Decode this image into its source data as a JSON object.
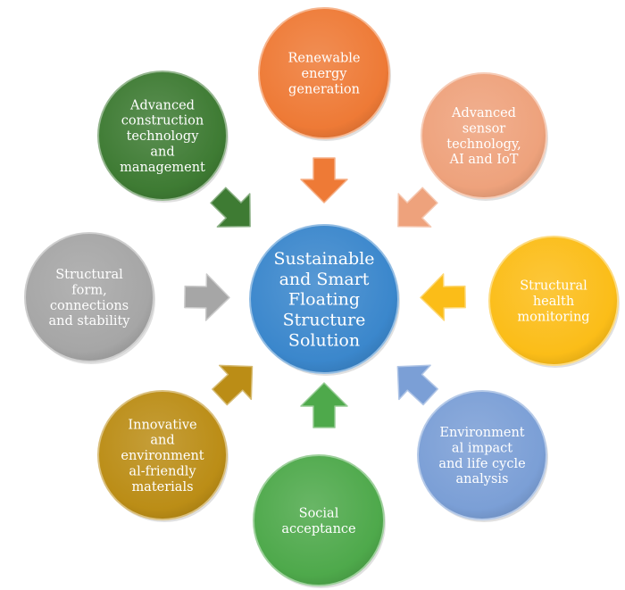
{
  "center": {
    "lines": [
      "Sustainable",
      "and Smart",
      "Floating",
      "Structure",
      "Solution"
    ],
    "color": "#3b87cc"
  },
  "nodes": [
    {
      "id": "renewable-energy",
      "lines": [
        "Renewable",
        "energy",
        "generation"
      ],
      "color": "#ee7a36"
    },
    {
      "id": "advanced-sensor",
      "lines": [
        "Advanced",
        "sensor",
        "technology,",
        "AI and IoT"
      ],
      "color": "#eea27c"
    },
    {
      "id": "structural-health",
      "lines": [
        "Structural",
        "health",
        "monitoring"
      ],
      "color": "#fbbd18"
    },
    {
      "id": "environment-impact",
      "lines": [
        "Environment",
        "al impact",
        "and life cycle",
        "analysis"
      ],
      "color": "#7b9fd6"
    },
    {
      "id": "social-acceptance",
      "lines": [
        "Social",
        "acceptance"
      ],
      "color": "#4ea94b"
    },
    {
      "id": "innovative-materials",
      "lines": [
        "Innovative",
        "and",
        "environment",
        "al-friendly",
        "materials"
      ],
      "color": "#bb8d16"
    },
    {
      "id": "structural-form",
      "lines": [
        "Structural",
        "form,",
        "connections",
        "and stability"
      ],
      "color": "#a6a6a6"
    },
    {
      "id": "advanced-construction",
      "lines": [
        "Advanced",
        "construction",
        "technology",
        "and",
        "management"
      ],
      "color": "#3e7b33"
    }
  ]
}
